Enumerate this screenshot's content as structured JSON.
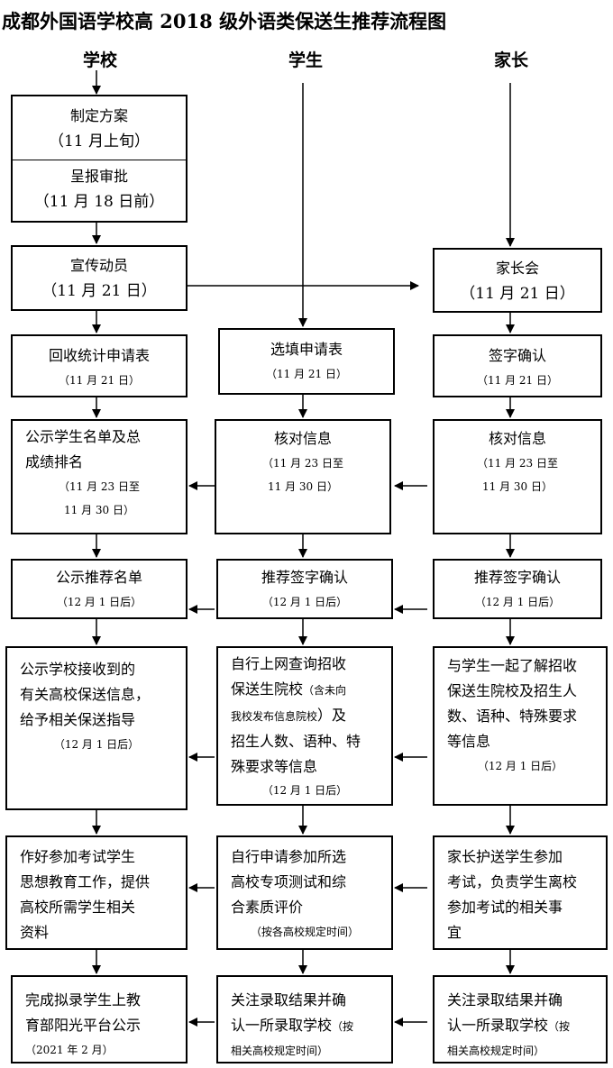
{
  "title": "成都外国语学校高 2018 级外语类保送生推荐流程图",
  "columns": {
    "school": "学校",
    "student": "学生",
    "parent": "家长"
  },
  "school": {
    "b1": {
      "line1": "制定方案",
      "line2": "（11 月上旬）",
      "line3": "呈报审批",
      "line4": "（11 月 18 日前）"
    },
    "b2": {
      "line1": "宣传动员",
      "line2": "（11 月 21 日）"
    },
    "b3": {
      "line1": "回收统计申请表",
      "line2": "（11 月 21 日）"
    },
    "b4": {
      "line1": "公示学生名单及总",
      "line2": "成绩排名",
      "line3": "（11 月 23 日至",
      "line4": "11 月 30 日）"
    },
    "b5": {
      "line1": "公示推荐名单",
      "line2": "（12 月 1 日后）"
    },
    "b6": {
      "line1": "公示学校接收到的",
      "line2": "有关高校保送信息，",
      "line3": "给予相关保送指导",
      "line4": "（12 月 1 日后）"
    },
    "b7": {
      "line1": "作好参加考试学生",
      "line2": "思想教育工作，提供",
      "line3": "高校所需学生相关",
      "line4": "资料"
    },
    "b8": {
      "line1": "完成拟录学生上教",
      "line2": "育部阳光平台公示",
      "line3": "（2021 年 2 月）"
    }
  },
  "student": {
    "b3": {
      "line1": "选填申请表",
      "line2": "（11 月 21 日）"
    },
    "b4": {
      "line1": "核对信息",
      "line2": "（11 月 23 日至",
      "line3": "11 月 30 日）"
    },
    "b5": {
      "line1": "推荐签字确认",
      "line2": "（12 月 1 日后）"
    },
    "b6": {
      "line1": "自行上网查询招收",
      "line2a": "保送生院校",
      "line2b": "（含未向",
      "line3a": "我校发布信息院校",
      "line3b": "）及",
      "line4": "招生人数、语种、特",
      "line5": "殊要求等信息",
      "line6": "（12 月 1 日后）"
    },
    "b7": {
      "line1": "自行申请参加所选",
      "line2": "高校专项测试和综",
      "line3": "合素质评价",
      "line4": "（按各高校规定时间）"
    },
    "b8": {
      "line1": "关注录取结果并确",
      "line2a": "认一所录取学校",
      "line2b": "（按",
      "line3": "相关高校规定时间）"
    }
  },
  "parent": {
    "b2": {
      "line1": "家长会",
      "line2": "（11 月 21 日）"
    },
    "b3": {
      "line1": "签字确认",
      "line2": "（11 月 21 日）"
    },
    "b4": {
      "line1": "核对信息",
      "line2": "（11 月 23 日至",
      "line3": "11 月 30 日）"
    },
    "b5": {
      "line1": "推荐签字确认",
      "line2": "（12 月 1 日后）"
    },
    "b6": {
      "line1": "与学生一起了解招收",
      "line2": "保送生院校及招生人",
      "line3": "数、语种、特殊要求",
      "line4": "等信息",
      "line5": "（12 月 1 日后）"
    },
    "b7": {
      "line1": "家长护送学生参加",
      "line2": "考试，负责学生离校",
      "line3": "参加考试的相关事",
      "line4": "宜"
    },
    "b8": {
      "line1": "关注录取结果并确",
      "line2a": "认一所录取学校",
      "line2b": "（按",
      "line3": "相关高校规定时间）"
    }
  }
}
